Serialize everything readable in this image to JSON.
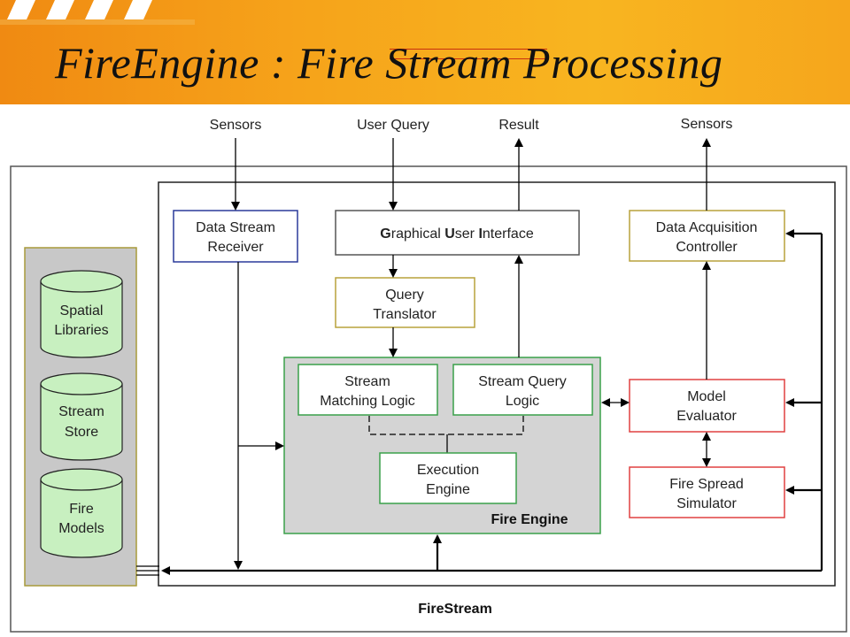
{
  "title": "FireEngine :  Fire Stream Processing",
  "io": {
    "sensors_in": "Sensors",
    "user_query": "User Query",
    "result": "Result",
    "sensors_out": "Sensors"
  },
  "components": {
    "data_stream_receiver": [
      "Data Stream",
      "Receiver"
    ],
    "gui": {
      "g": "G",
      "raphical": "raphical ",
      "u": "U",
      "ser": "ser ",
      "i": "I",
      "nterface": "nterface"
    },
    "query_translator": [
      "Query",
      "Translator"
    ],
    "data_acquisition_controller": [
      "Data Acquisition",
      "Controller"
    ],
    "stream_matching_logic": [
      "Stream",
      "Matching Logic"
    ],
    "stream_query_logic": [
      "Stream Query",
      "Logic"
    ],
    "execution_engine": [
      "Execution",
      "Engine"
    ],
    "fire_engine_label": "Fire Engine",
    "model_evaluator": [
      "Model",
      "Evaluator"
    ],
    "fire_spread_simulator": [
      "Fire Spread",
      "Simulator"
    ],
    "firestream_label": "FireStream"
  },
  "storage": {
    "spatial_libraries": [
      "Spatial",
      "Libraries"
    ],
    "stream_store": [
      "Stream",
      "Store"
    ],
    "fire_models": [
      "Fire",
      "Models"
    ]
  },
  "colors": {
    "banner": "#f6a31a",
    "blue_box": "#2a3a9a",
    "gray_box": "#555555",
    "olive_box": "#b8a23c",
    "green_box": "#3aa04a",
    "red_box": "#e04040",
    "fire_engine_fill": "#d4d4d4",
    "cylinder_fill": "#c8f0c0",
    "storage_panel": "#c8c8c8"
  }
}
